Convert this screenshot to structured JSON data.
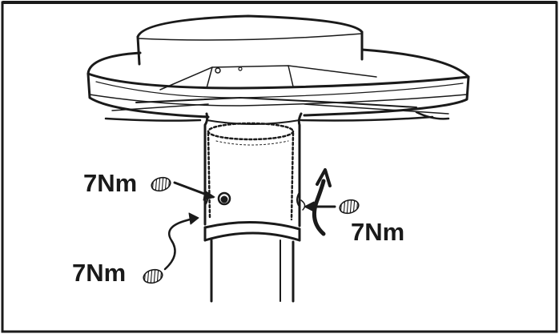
{
  "labels": {
    "torque_upper_left": "7Nm",
    "torque_lower_left": "7Nm",
    "torque_right": "7Nm"
  },
  "colors": {
    "line": "#1a1a1a",
    "background": "#ffffff"
  }
}
